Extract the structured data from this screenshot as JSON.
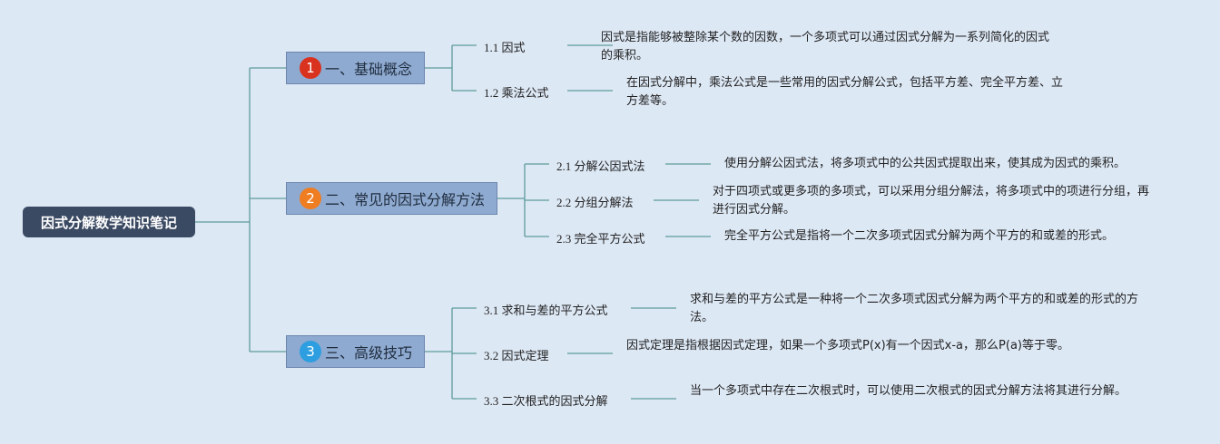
{
  "root": {
    "title": "因式分解数学知识笔记"
  },
  "branches": [
    {
      "number": "1",
      "color": "#d9321f",
      "label": "一、基础概念",
      "items": [
        {
          "label": "1.1 因式",
          "desc": "因式是指能够被整除某个数的因数，一个多项式可以通过因式分解为一系列简化的因式的乘积。"
        },
        {
          "label": "1.2 乘法公式",
          "desc": "在因式分解中，乘法公式是一些常用的因式分解公式，包括平方差、完全平方差、立方差等。"
        }
      ]
    },
    {
      "number": "2",
      "color": "#ef7d22",
      "label": "二、常见的因式分解方法",
      "items": [
        {
          "label": "2.1 分解公因式法",
          "desc": "使用分解公因式法，将多项式中的公共因式提取出来，使其成为因式的乘积。"
        },
        {
          "label": "2.2 分组分解法",
          "desc": "对于四项式或更多项的多项式，可以采用分组分解法，将多项式中的项进行分组，再进行因式分解。"
        },
        {
          "label": "2.3 完全平方公式",
          "desc": "完全平方公式是指将一个二次多项式因式分解为两个平方的和或差的形式。"
        }
      ]
    },
    {
      "number": "3",
      "color": "#2d9ee0",
      "label": "三、高级技巧",
      "items": [
        {
          "label": "3.1 求和与差的平方公式",
          "desc": "求和与差的平方公式是一种将一个二次多项式因式分解为两个平方的和或差的形式的方法。"
        },
        {
          "label": "3.2 因式定理",
          "desc": "因式定理是指根据因式定理，如果一个多项式P(x)有一个因式x-a，那么P(a)等于零。"
        },
        {
          "label": "3.3 二次根式的因式分解",
          "desc": "当一个多项式中存在二次根式时，可以使用二次根式的因式分解方法将其进行分解。"
        }
      ]
    }
  ]
}
